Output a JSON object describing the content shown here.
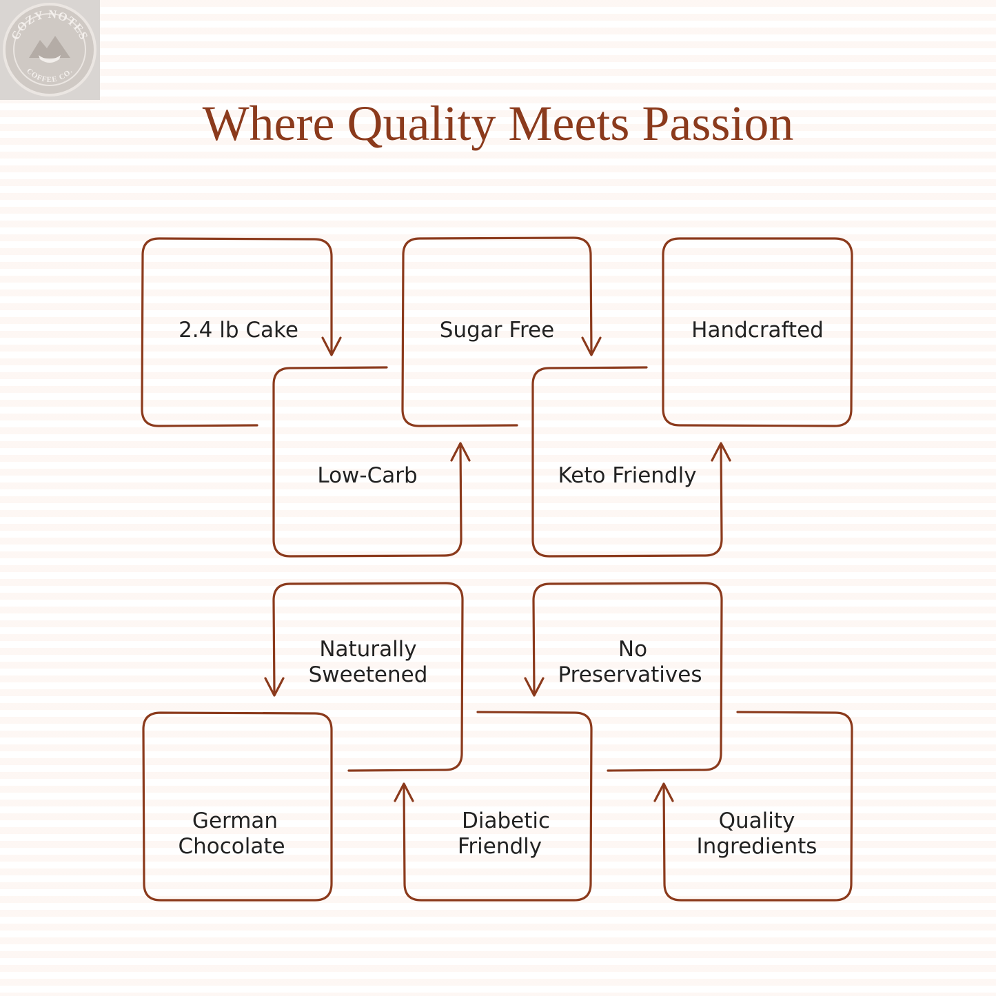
{
  "logo": {
    "top_text": "COZY NOTES",
    "bottom_text": "COFFEE CO."
  },
  "title": "Where Quality Meets Passion",
  "colors": {
    "accent": "#8b3a1c",
    "text": "#222222",
    "logo_bg": "#d9d5d2"
  },
  "features": [
    {
      "lines": [
        "2.4 lb Cake"
      ]
    },
    {
      "lines": [
        "Sugar Free"
      ]
    },
    {
      "lines": [
        "Handcrafted"
      ]
    },
    {
      "lines": [
        "Low-Carb"
      ]
    },
    {
      "lines": [
        "Keto Friendly"
      ]
    },
    {
      "lines": [
        "Naturally",
        "Sweetened"
      ]
    },
    {
      "lines": [
        "No",
        "Preservatives"
      ]
    },
    {
      "lines": [
        "German",
        "Chocolate"
      ]
    },
    {
      "lines": [
        "Diabetic",
        "Friendly"
      ]
    },
    {
      "lines": [
        "Quality",
        "Ingredients"
      ]
    }
  ]
}
